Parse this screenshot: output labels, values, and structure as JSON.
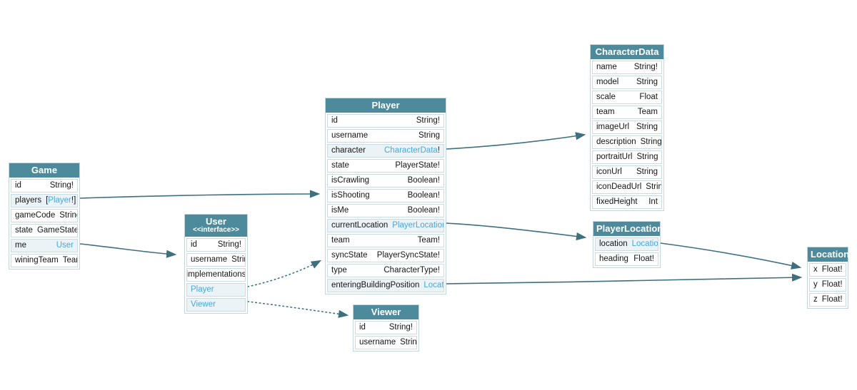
{
  "diagram": {
    "kind": "graphql-schema-diagram",
    "colors": {
      "header_bg": "#4d8b9c",
      "header_text": "#ffffff",
      "link_color": "#47a7e0",
      "edge_color": "#3e7080",
      "row_highlight": "#ecf3f7",
      "row_border": "#c9dbe3",
      "text": "#151515",
      "background": "#ffffff"
    },
    "tables": [
      {
        "key": "Game",
        "title": "Game",
        "subtitle": "",
        "rows": [
          {
            "kind": "field",
            "name": "id",
            "pre": "String!",
            "link": "",
            "post": "",
            "hl": false
          },
          {
            "kind": "field",
            "name": "players",
            "pre": "[",
            "link": "Player",
            "post": "!]",
            "hl": true
          },
          {
            "kind": "field",
            "name": "gameCode",
            "pre": "String!",
            "link": "",
            "post": "",
            "hl": false
          },
          {
            "kind": "field",
            "name": "state",
            "pre": "GameState!",
            "link": "",
            "post": "",
            "hl": false
          },
          {
            "kind": "field",
            "name": "me",
            "pre": "",
            "link": "User",
            "post": "",
            "hl": true
          },
          {
            "kind": "field",
            "name": "winingTeam",
            "pre": "Team",
            "link": "",
            "post": "",
            "hl": false
          }
        ]
      },
      {
        "key": "User",
        "title": "User",
        "subtitle": "<<interface>>",
        "rows": [
          {
            "kind": "field",
            "name": "id",
            "pre": "String!",
            "link": "",
            "post": "",
            "hl": false
          },
          {
            "kind": "field",
            "name": "username",
            "pre": "String",
            "link": "",
            "post": "",
            "hl": false
          },
          {
            "kind": "label",
            "name": "implementations",
            "pre": "",
            "link": "",
            "post": "",
            "hl": false
          },
          {
            "kind": "link",
            "name": "Player",
            "pre": "",
            "link": "Player",
            "post": "",
            "hl": true
          },
          {
            "kind": "link",
            "name": "Viewer",
            "pre": "",
            "link": "Viewer",
            "post": "",
            "hl": true
          }
        ]
      },
      {
        "key": "Player",
        "title": "Player",
        "subtitle": "",
        "rows": [
          {
            "kind": "field",
            "name": "id",
            "pre": "String!",
            "link": "",
            "post": "",
            "hl": false
          },
          {
            "kind": "field",
            "name": "username",
            "pre": "String",
            "link": "",
            "post": "",
            "hl": false
          },
          {
            "kind": "field",
            "name": "character",
            "pre": "",
            "link": "CharacterData",
            "post": "!",
            "hl": true
          },
          {
            "kind": "field",
            "name": "state",
            "pre": "PlayerState!",
            "link": "",
            "post": "",
            "hl": false
          },
          {
            "kind": "field",
            "name": "isCrawling",
            "pre": "Boolean!",
            "link": "",
            "post": "",
            "hl": false
          },
          {
            "kind": "field",
            "name": "isShooting",
            "pre": "Boolean!",
            "link": "",
            "post": "",
            "hl": false
          },
          {
            "kind": "field",
            "name": "isMe",
            "pre": "Boolean!",
            "link": "",
            "post": "",
            "hl": false
          },
          {
            "kind": "field",
            "name": "currentLocation",
            "pre": "",
            "link": "PlayerLocation",
            "post": "!",
            "hl": true
          },
          {
            "kind": "field",
            "name": "team",
            "pre": "Team!",
            "link": "",
            "post": "",
            "hl": false
          },
          {
            "kind": "field",
            "name": "syncState",
            "pre": "PlayerSyncState!",
            "link": "",
            "post": "",
            "hl": false
          },
          {
            "kind": "field",
            "name": "type",
            "pre": "CharacterType!",
            "link": "",
            "post": "",
            "hl": false
          },
          {
            "kind": "field",
            "name": "enteringBuildingPosition",
            "pre": "",
            "link": "Location",
            "post": "",
            "hl": true
          }
        ]
      },
      {
        "key": "CharacterData",
        "title": "CharacterData",
        "subtitle": "",
        "rows": [
          {
            "kind": "field",
            "name": "name",
            "pre": "String!",
            "link": "",
            "post": "",
            "hl": false
          },
          {
            "kind": "field",
            "name": "model",
            "pre": "String",
            "link": "",
            "post": "",
            "hl": false
          },
          {
            "kind": "field",
            "name": "scale",
            "pre": "Float",
            "link": "",
            "post": "",
            "hl": false
          },
          {
            "kind": "field",
            "name": "team",
            "pre": "Team",
            "link": "",
            "post": "",
            "hl": false
          },
          {
            "kind": "field",
            "name": "imageUrl",
            "pre": "String",
            "link": "",
            "post": "",
            "hl": false
          },
          {
            "kind": "field",
            "name": "description",
            "pre": "String",
            "link": "",
            "post": "",
            "hl": false
          },
          {
            "kind": "field",
            "name": "portraitUrl",
            "pre": "String",
            "link": "",
            "post": "",
            "hl": false
          },
          {
            "kind": "field",
            "name": "iconUrl",
            "pre": "String",
            "link": "",
            "post": "",
            "hl": false
          },
          {
            "kind": "field",
            "name": "iconDeadUrl",
            "pre": "String",
            "link": "",
            "post": "",
            "hl": false
          },
          {
            "kind": "field",
            "name": "fixedHeight",
            "pre": "Int",
            "link": "",
            "post": "",
            "hl": false
          }
        ]
      },
      {
        "key": "PlayerLocation",
        "title": "PlayerLocation",
        "subtitle": "",
        "rows": [
          {
            "kind": "field",
            "name": "location",
            "pre": "",
            "link": "Location",
            "post": "!",
            "hl": true
          },
          {
            "kind": "field",
            "name": "heading",
            "pre": "Float!",
            "link": "",
            "post": "",
            "hl": false
          }
        ]
      },
      {
        "key": "Location",
        "title": "Location",
        "subtitle": "",
        "rows": [
          {
            "kind": "field",
            "name": "x",
            "pre": "Float!",
            "link": "",
            "post": "",
            "hl": false
          },
          {
            "kind": "field",
            "name": "y",
            "pre": "Float!",
            "link": "",
            "post": "",
            "hl": false
          },
          {
            "kind": "field",
            "name": "z",
            "pre": "Float!",
            "link": "",
            "post": "",
            "hl": false
          }
        ]
      },
      {
        "key": "Viewer",
        "title": "Viewer",
        "subtitle": "",
        "rows": [
          {
            "kind": "field",
            "name": "id",
            "pre": "String!",
            "link": "",
            "post": "",
            "hl": false
          },
          {
            "kind": "field",
            "name": "username",
            "pre": "String",
            "link": "",
            "post": "",
            "hl": false
          }
        ]
      }
    ],
    "edges": [
      {
        "from": "Game.players",
        "to": "Player",
        "style": "solid"
      },
      {
        "from": "Game.me",
        "to": "User",
        "style": "solid"
      },
      {
        "from": "User.Player",
        "to": "Player",
        "style": "dotted"
      },
      {
        "from": "User.Viewer",
        "to": "Viewer",
        "style": "dotted"
      },
      {
        "from": "Player.character",
        "to": "CharacterData",
        "style": "solid"
      },
      {
        "from": "Player.currentLocation",
        "to": "PlayerLocation",
        "style": "solid"
      },
      {
        "from": "Player.enteringBuildingPosition",
        "to": "Location",
        "style": "solid"
      },
      {
        "from": "PlayerLocation.location",
        "to": "Location",
        "style": "solid"
      }
    ]
  }
}
